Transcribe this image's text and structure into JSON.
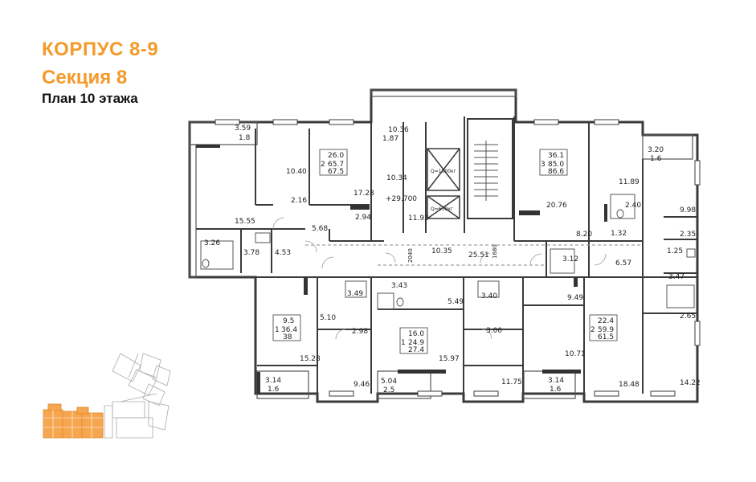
{
  "header": {
    "building": "КОРПУС 8-9",
    "section": "Секция 8",
    "floor_plan": "План 10 этажа"
  },
  "colors": {
    "accent": "#f39a2b",
    "wall": "#3a3a3a",
    "thin": "#777777",
    "highlight": "#f7a650"
  },
  "labels": {
    "r1": "3.59",
    "r2": "1.8",
    "r3": "10.40",
    "r4": "2.16",
    "r5": "15.55",
    "r6": "5.68",
    "r7": "3.26",
    "r8": "3.78",
    "r9": "4.53",
    "r10": "17.28",
    "r11": "2.94",
    "r12": "10.36",
    "r13": "1.87",
    "r14": "10.34",
    "r15": "+29.700",
    "r16": "11.93",
    "r17": "Q=1000кг",
    "r18": "Q=630кг",
    "r19": "10.35",
    "r20": "25.51",
    "r21": "2040",
    "r22": "1680",
    "r23": "20.76",
    "r24": "11.89",
    "r25": "2.40",
    "r26": "1.32",
    "r27": "8.20",
    "r28": "3.12",
    "r29": "6.57",
    "r30": "3.20",
    "r31": "1.6",
    "r32": "9.98",
    "r33": "2.35",
    "r34": "1.25",
    "r35": "3.47",
    "r36": "2.65",
    "r37": "14.22",
    "r38": "3.49",
    "r39": "5.10",
    "r40": "2.98",
    "r41": "15.28",
    "r42": "9.46",
    "r43": "3.14",
    "r44": "1.6",
    "r45": "3.43",
    "r46": "5.49",
    "r47": "15.97",
    "r48": "5.04",
    "r49": "2.5",
    "r50": "3.40",
    "r51": "3.00",
    "r52": "11.75",
    "r53": "9.49",
    "r54": "10.71",
    "r55": "3.14",
    "r56": "1.6",
    "r57": "18.48",
    "a1": "26.0",
    "a2": "2",
    "a3": "65.7",
    "a4": "67.5",
    "b1": "36.1",
    "b2": "3",
    "b3": "85.0",
    "b4": "86.6",
    "c1": "9.5",
    "c2": "1",
    "c3": "36.4",
    "c4": "38",
    "d1": "16.0",
    "d2": "1",
    "d3": "24.9",
    "d4": "27.4",
    "e1": "22.4",
    "e2": "2",
    "e3": "59.9",
    "e4": "61.5"
  }
}
